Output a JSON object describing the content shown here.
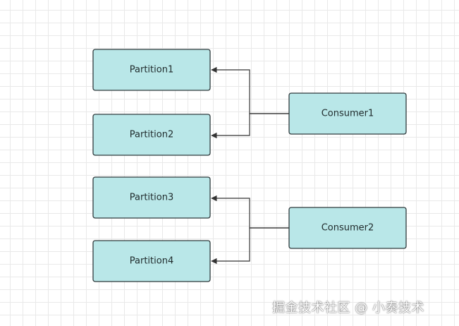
{
  "diagram": {
    "partitions": [
      "Partition1",
      "Partition2",
      "Partition3",
      "Partition4"
    ],
    "consumers": [
      "Consumer1",
      "Consumer2"
    ],
    "assignments": [
      {
        "consumer": "Consumer1",
        "partitions": [
          "Partition1",
          "Partition2"
        ]
      },
      {
        "consumer": "Consumer2",
        "partitions": [
          "Partition3",
          "Partition4"
        ]
      }
    ]
  },
  "watermark": "掘金技术社区 @ 小奏技术",
  "colors": {
    "node_fill": "#b9e7e8",
    "node_stroke": "#2f3a3c",
    "edge": "#333333",
    "grid": "#e9e9e9"
  }
}
